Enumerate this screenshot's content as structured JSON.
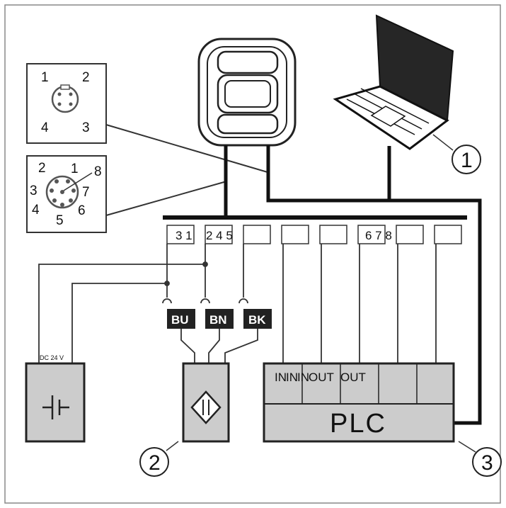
{
  "connector_4pin": {
    "pins": [
      "1",
      "2",
      "3",
      "4"
    ]
  },
  "connector_8pin": {
    "pins": [
      "1",
      "2",
      "3",
      "4",
      "5",
      "6",
      "7",
      "8"
    ]
  },
  "terminal_labels": [
    "3 1",
    "2 4 5",
    "6 7 8"
  ],
  "wire_colors": [
    {
      "code": "BU",
      "color": "#222222"
    },
    {
      "code": "BN",
      "color": "#222222"
    },
    {
      "code": "BK",
      "color": "#222222"
    }
  ],
  "power_supply": {
    "label": "DC 24 V"
  },
  "plc": {
    "label": "PLC",
    "io_labels": [
      "IN",
      "IN",
      "IN",
      "OUT",
      "OUT"
    ],
    "fill": "#cccccc"
  },
  "callouts": [
    "1",
    "2",
    "3"
  ]
}
